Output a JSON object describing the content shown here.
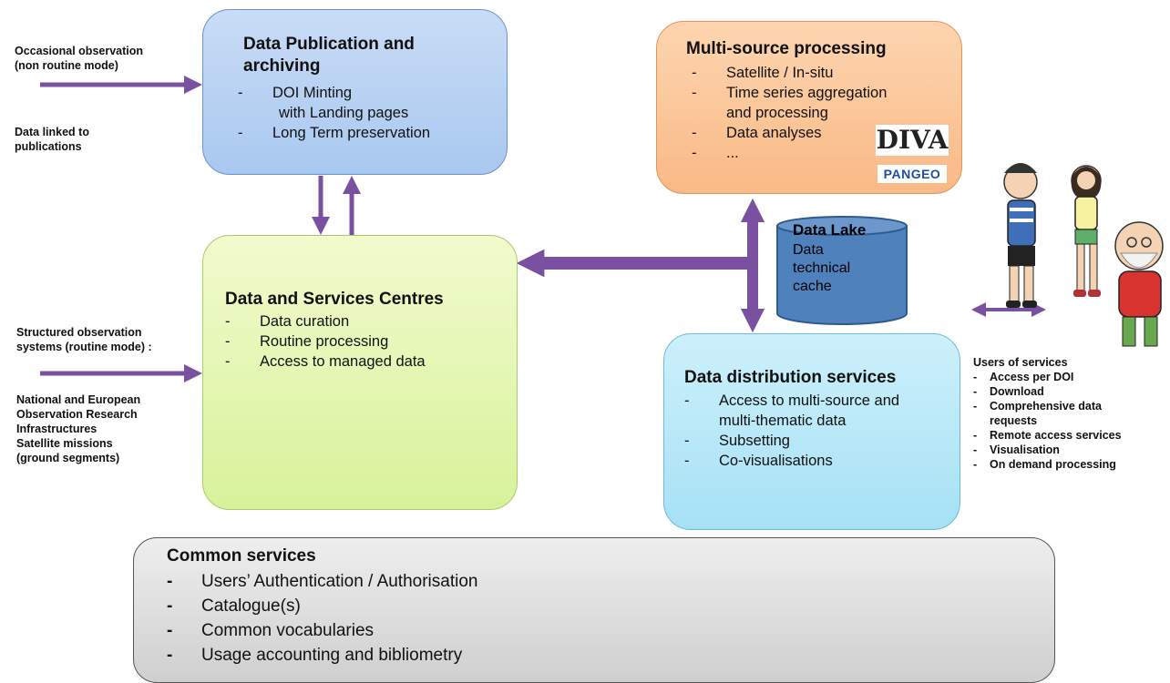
{
  "left_inputs": {
    "occasional": [
      "Occasional observation",
      "(non routine mode)"
    ],
    "linked": [
      "Data linked to",
      "publications"
    ],
    "structured": [
      "Structured observation",
      "systems (routine mode) :"
    ],
    "national": [
      "National and European",
      "Observation Research",
      "Infrastructures",
      "Satellite missions",
      "(ground segments)"
    ]
  },
  "publication_box": {
    "title": [
      "Data Publication and",
      "archiving"
    ],
    "items": [
      "DOI  Minting",
      "with Landing pages",
      "Long Term preservation"
    ],
    "color": "#b9d3f3"
  },
  "centres_box": {
    "title": "Data and Services Centres",
    "items": [
      "Data curation",
      "Routine processing",
      "Access to managed data"
    ],
    "color": "#e6f6b4"
  },
  "multisource_box": {
    "title": "Multi-source processing",
    "items": [
      "Satellite / In-situ",
      "Time series aggregation",
      "and processing",
      "Data analyses",
      "..."
    ],
    "logos": [
      "DIVA",
      "PANGEO"
    ],
    "color": "#fbc79a"
  },
  "data_lake": {
    "title": "Data Lake",
    "lines": [
      "Data",
      "technical",
      "cache"
    ],
    "color": "#4f81bd"
  },
  "distribution_box": {
    "title": "Data distribution services",
    "items": [
      "Access to multi-source and",
      "multi-thematic data",
      "Subsetting",
      "Co-visualisations"
    ],
    "color": "#b6e8f8"
  },
  "users": {
    "title": "Users of services",
    "items": [
      "Access per DOI",
      "Download",
      "Comprehensive data",
      "requests",
      "Remote access services",
      "Visualisation",
      "On demand processing"
    ]
  },
  "common_services": {
    "title": "Common services",
    "items": [
      "Users’ Authentication / Authorisation",
      "Catalogue(s)",
      "Common vocabularies",
      "Usage accounting and bibliometry"
    ],
    "color": "#dcdcdc"
  },
  "arrow_color": "#7a50a0"
}
